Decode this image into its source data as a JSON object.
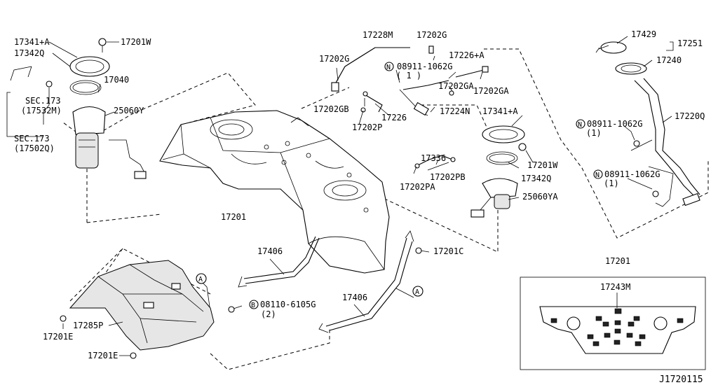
{
  "diagram_id": "J1720115",
  "labels": {
    "p17341a_l": "17341+A",
    "p17201w_l": "17201W",
    "p17342q_l": "17342Q",
    "p17040": "17040",
    "sec173_a": "SEC.173",
    "sec173_a_sub": "(17532M)",
    "p25060y": "25060Y",
    "sec173_b": "SEC.173",
    "sec173_b_sub": "(17502Q)",
    "p17228m": "17228M",
    "p17202g_top": "17202G",
    "p17202g_left": "17202G",
    "n08911_mid": "08911-1062G",
    "n08911_mid_qty": "( 1 )",
    "p17226a": "17226+A",
    "p17202ga_1": "17202GA",
    "p17202ga_2": "17202GA",
    "p17202gb": "17202GB",
    "p17226": "17226",
    "p17202p": "17202P",
    "p17224n": "17224N",
    "p17341a_r": "17341+A",
    "p17336": "17336",
    "p17201w_r": "17201W",
    "p17202pb": "17202PB",
    "p17342q_r": "17342Q",
    "p17202pa": "17202PA",
    "p25060ya": "25060YA",
    "p17201": "17201",
    "p17429": "17429",
    "p17251": "17251",
    "p17240": "17240",
    "p17220q": "17220Q",
    "n08911_r1": "08911-1062G",
    "n08911_r1_qty": "(1)",
    "n08911_r2": "08911-1062G",
    "n08911_r2_qty": "(1)",
    "p17406_a": "17406",
    "p17201c": "17201C",
    "ref_a1": "A",
    "ref_a2": "A",
    "p17406_b": "17406",
    "b08110": "08110-6105G",
    "b08110_qty": "(2)",
    "p17285p": "17285P",
    "p17201e_a": "17201E",
    "p17201e_b": "17201E",
    "inset_17201": "17201",
    "inset_17243m": "17243M",
    "marker_n": "N",
    "marker_b": "B"
  },
  "colors": {
    "line": "#000000",
    "background": "#ffffff"
  }
}
